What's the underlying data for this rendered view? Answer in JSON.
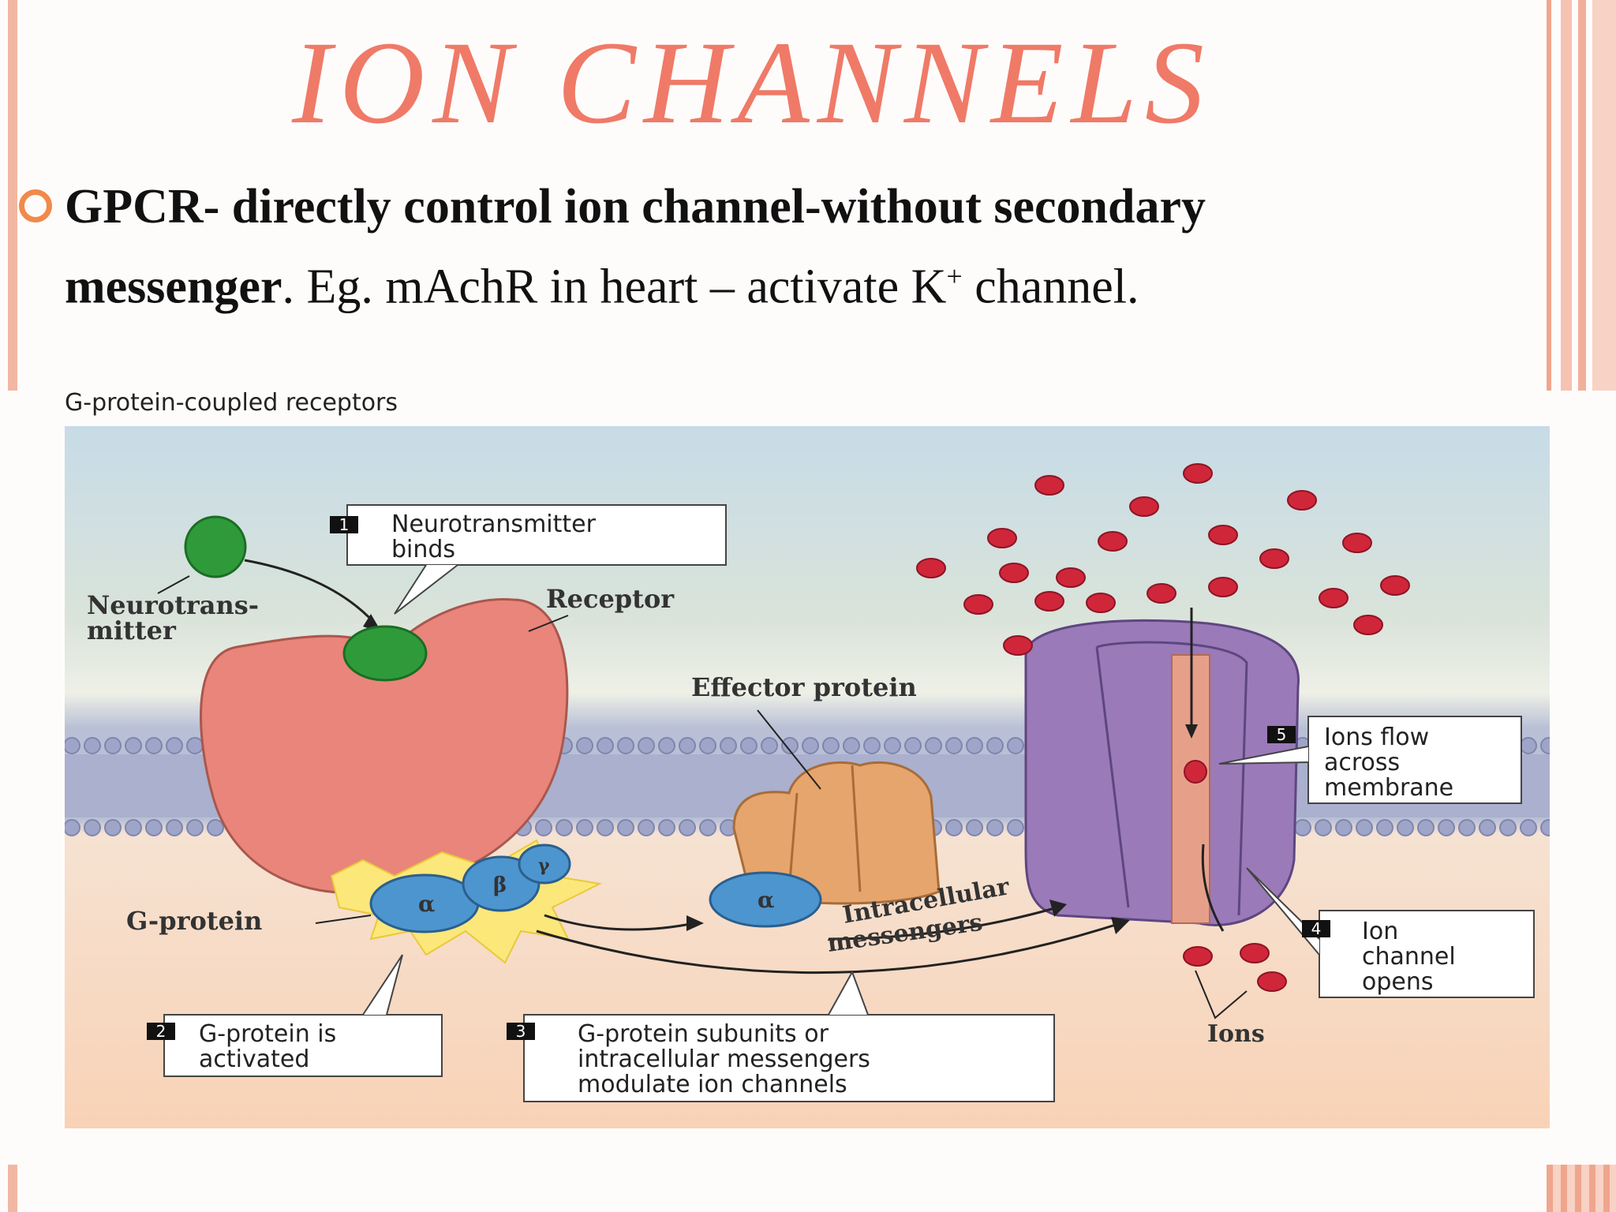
{
  "slide": {
    "title": "ION CHANNELS",
    "bullet": {
      "bold_part_1": "GPCR- directly control ion channel-without secondary",
      "bold_part_2": "messenger",
      "rest": ". Eg. mAchR in heart – activate K",
      "superscript": "+",
      "end": " channel."
    }
  },
  "figure": {
    "heading": "G-protein-coupled receptors",
    "labels": {
      "neurotransmitter_1": "Neurotrans-",
      "neurotransmitter_2": "mitter",
      "receptor": "Receptor",
      "effector": "Effector protein",
      "g_protein": "G-protein",
      "intracellular": "Intracellular",
      "messengers": "messengers",
      "ions": "Ions",
      "alpha": "α",
      "beta": "β",
      "gamma": "γ"
    },
    "steps": [
      {
        "num": "1",
        "line1": "Neurotransmitter",
        "line2": "binds",
        "line3": ""
      },
      {
        "num": "2",
        "line1": "G-protein is",
        "line2": "activated",
        "line3": ""
      },
      {
        "num": "3",
        "line1": "G-protein subunits or",
        "line2": "intracellular messengers",
        "line3": "modulate ion channels"
      },
      {
        "num": "4",
        "line1": "Ion",
        "line2": "channel",
        "line3": "opens"
      },
      {
        "num": "5",
        "line1": "Ions flow",
        "line2": "across",
        "line3": "membrane"
      }
    ],
    "colors": {
      "receptor": "#e9857a",
      "ligand": "#2f9a3a",
      "g_protein": "#4d95cf",
      "effector": "#e6a56c",
      "channel": "#9a7ab8",
      "ion": "#d0263a",
      "title": "#ef7a67"
    }
  }
}
